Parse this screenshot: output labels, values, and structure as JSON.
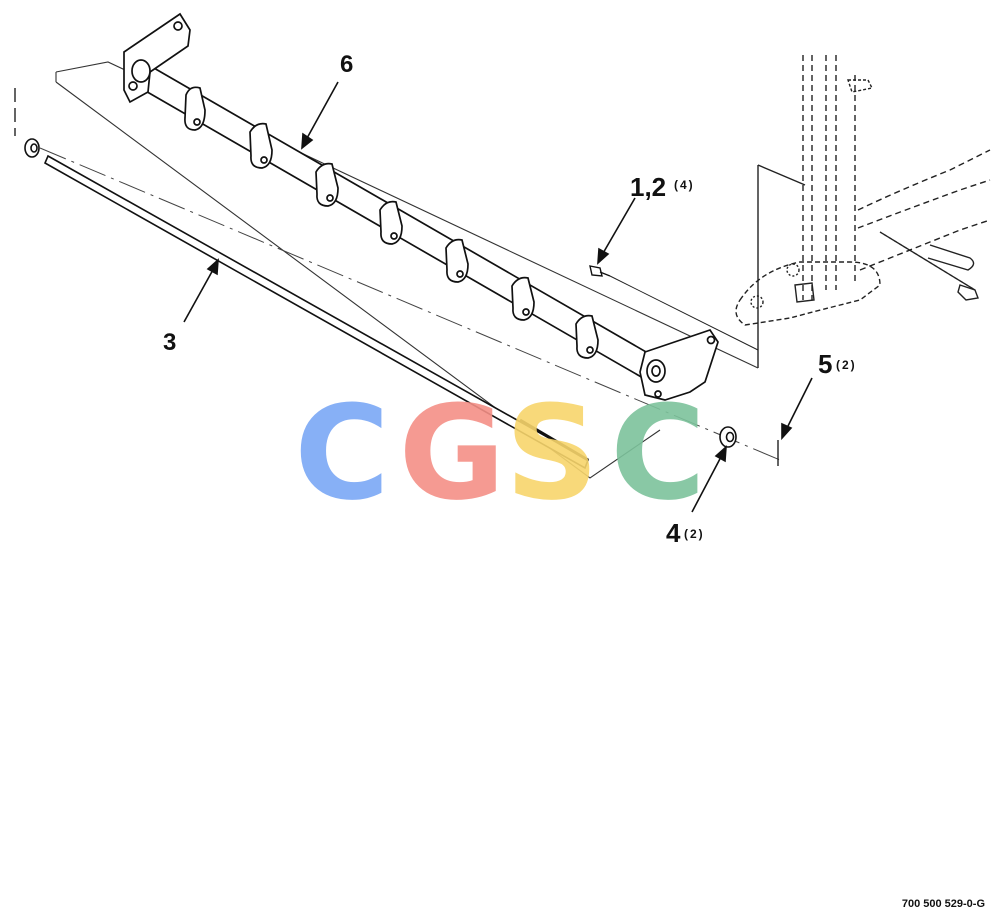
{
  "callouts": {
    "item6": "6",
    "item1_2": "1,2",
    "item1_2_qty": "(4)",
    "item3": "3",
    "item5": "5",
    "item5_qty": "(2)",
    "item4": "4",
    "item4_qty": "(2)"
  },
  "watermark": {
    "letters": [
      "C",
      "G",
      "S",
      "C"
    ],
    "colors": [
      "#7aa7f5",
      "#f48f86",
      "#f7d56c",
      "#7cc29b"
    ]
  },
  "document_number": "700 500 529-0-G"
}
